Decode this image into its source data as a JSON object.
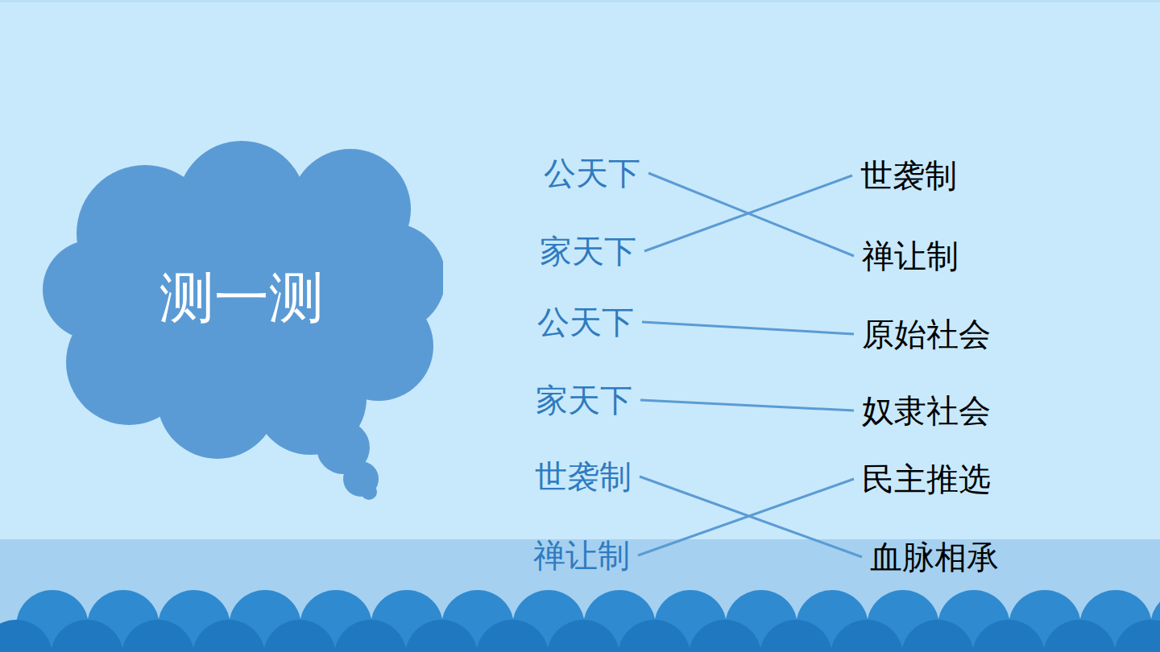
{
  "diagram": {
    "nodes": [
      {
        "text": [
          "测一测"
        ]
      },
      {
        "text": [
          "公天下"
        ]
      },
      {
        "text": [
          "世袭制"
        ]
      },
      {
        "text": [
          "家天下"
        ]
      },
      {
        "text": [
          "禅让制"
        ]
      },
      {
        "text": [
          "公天下"
        ]
      },
      {
        "text": [
          "原始社会"
        ]
      },
      {
        "text": [
          "家天下"
        ]
      },
      {
        "text": [
          "奴隶社会"
        ]
      },
      {
        "text": [
          "世袭制"
        ]
      },
      {
        "text": [
          "民主推选"
        ]
      },
      {
        "text": [
          "禅让制"
        ]
      },
      {
        "text": [
          "血脉相承"
        ]
      }
    ],
    "edges": [
      {
        "from": 1,
        "to": 4,
        "arrow": "none"
      },
      {
        "from": 3,
        "to": 2,
        "arrow": "none"
      },
      {
        "from": 5,
        "to": 6,
        "arrow": "none"
      },
      {
        "from": 7,
        "to": 8,
        "arrow": "none"
      },
      {
        "from": 9,
        "to": 12,
        "arrow": "none"
      },
      {
        "from": 11,
        "to": 10,
        "arrow": "none"
      }
    ]
  }
}
